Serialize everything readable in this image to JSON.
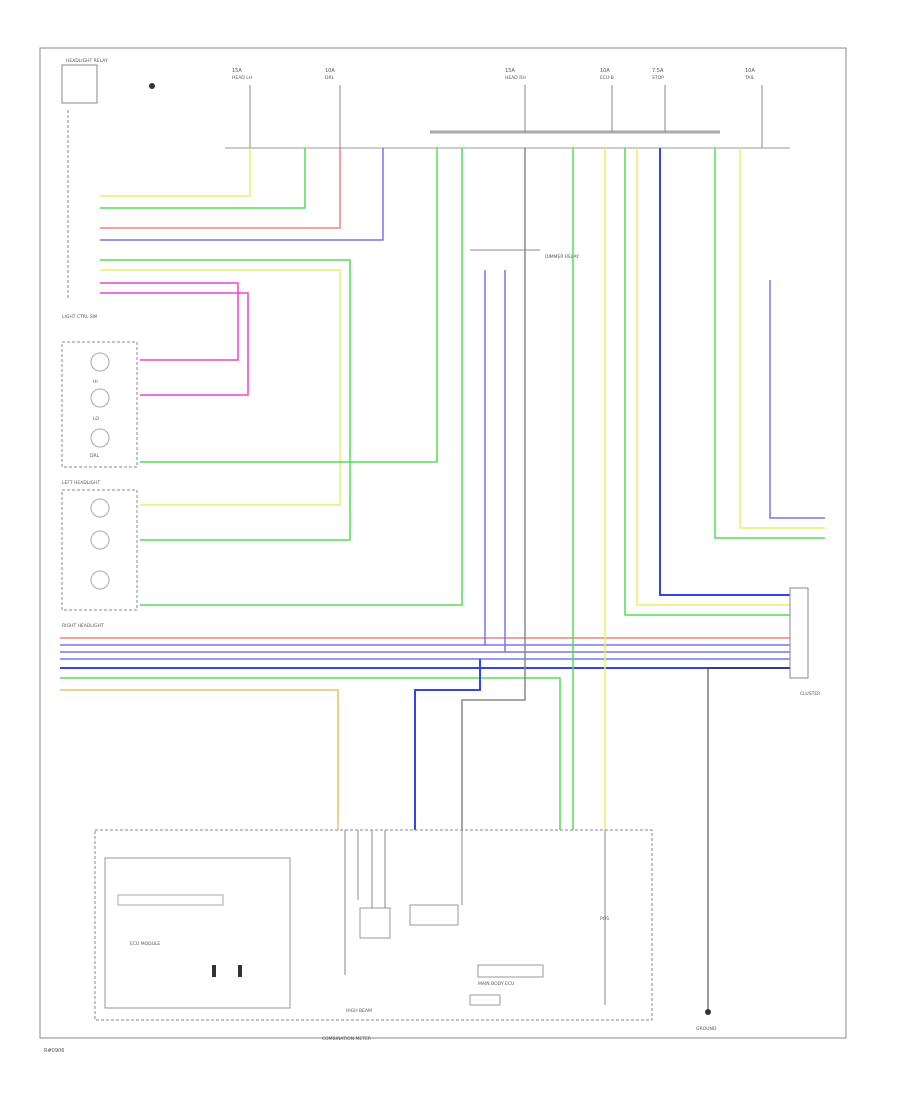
{
  "fuses": [
    {
      "amp": "15A",
      "name": "HEAD LH"
    },
    {
      "amp": "10A",
      "name": "DRL"
    },
    {
      "amp": "15A",
      "name": "HEAD RH"
    },
    {
      "amp": "10A",
      "name": "ECU-B"
    },
    {
      "amp": "7.5A",
      "name": "STOP"
    },
    {
      "amp": "10A",
      "name": "TAIL"
    }
  ],
  "components": {
    "headlight_relay": "HEADLIGHT RELAY",
    "dimmer_relay": "DIMMER RELAY",
    "left_headlight": "LEFT HEADLIGHT",
    "right_headlight": "RIGHT HEADLIGHT",
    "combination_meter": "COMBINATION METER",
    "ecu_module": "ECU MODULE",
    "hi_beam_indicator": "HIGH BEAM",
    "main_body_ecu": "MAIN BODY ECU",
    "cluster": "CLUSTER",
    "ground": "GROUND",
    "light_ctrl_sw": "LIGHT CTRL SW"
  },
  "small_labels": {
    "hi": "HI",
    "lo": "LO",
    "drl": "DRL",
    "pos": "POS"
  },
  "wire_colors": {
    "red": "#f08080",
    "pink": "#ee44cc",
    "green": "#55dd55",
    "yellow": "#eeee66",
    "blue": "#7777ee",
    "darkblue": "#3344ee",
    "gray": "#888888",
    "orange": "#e8c070",
    "black": "#333333"
  },
  "footer_code": "R#0906"
}
